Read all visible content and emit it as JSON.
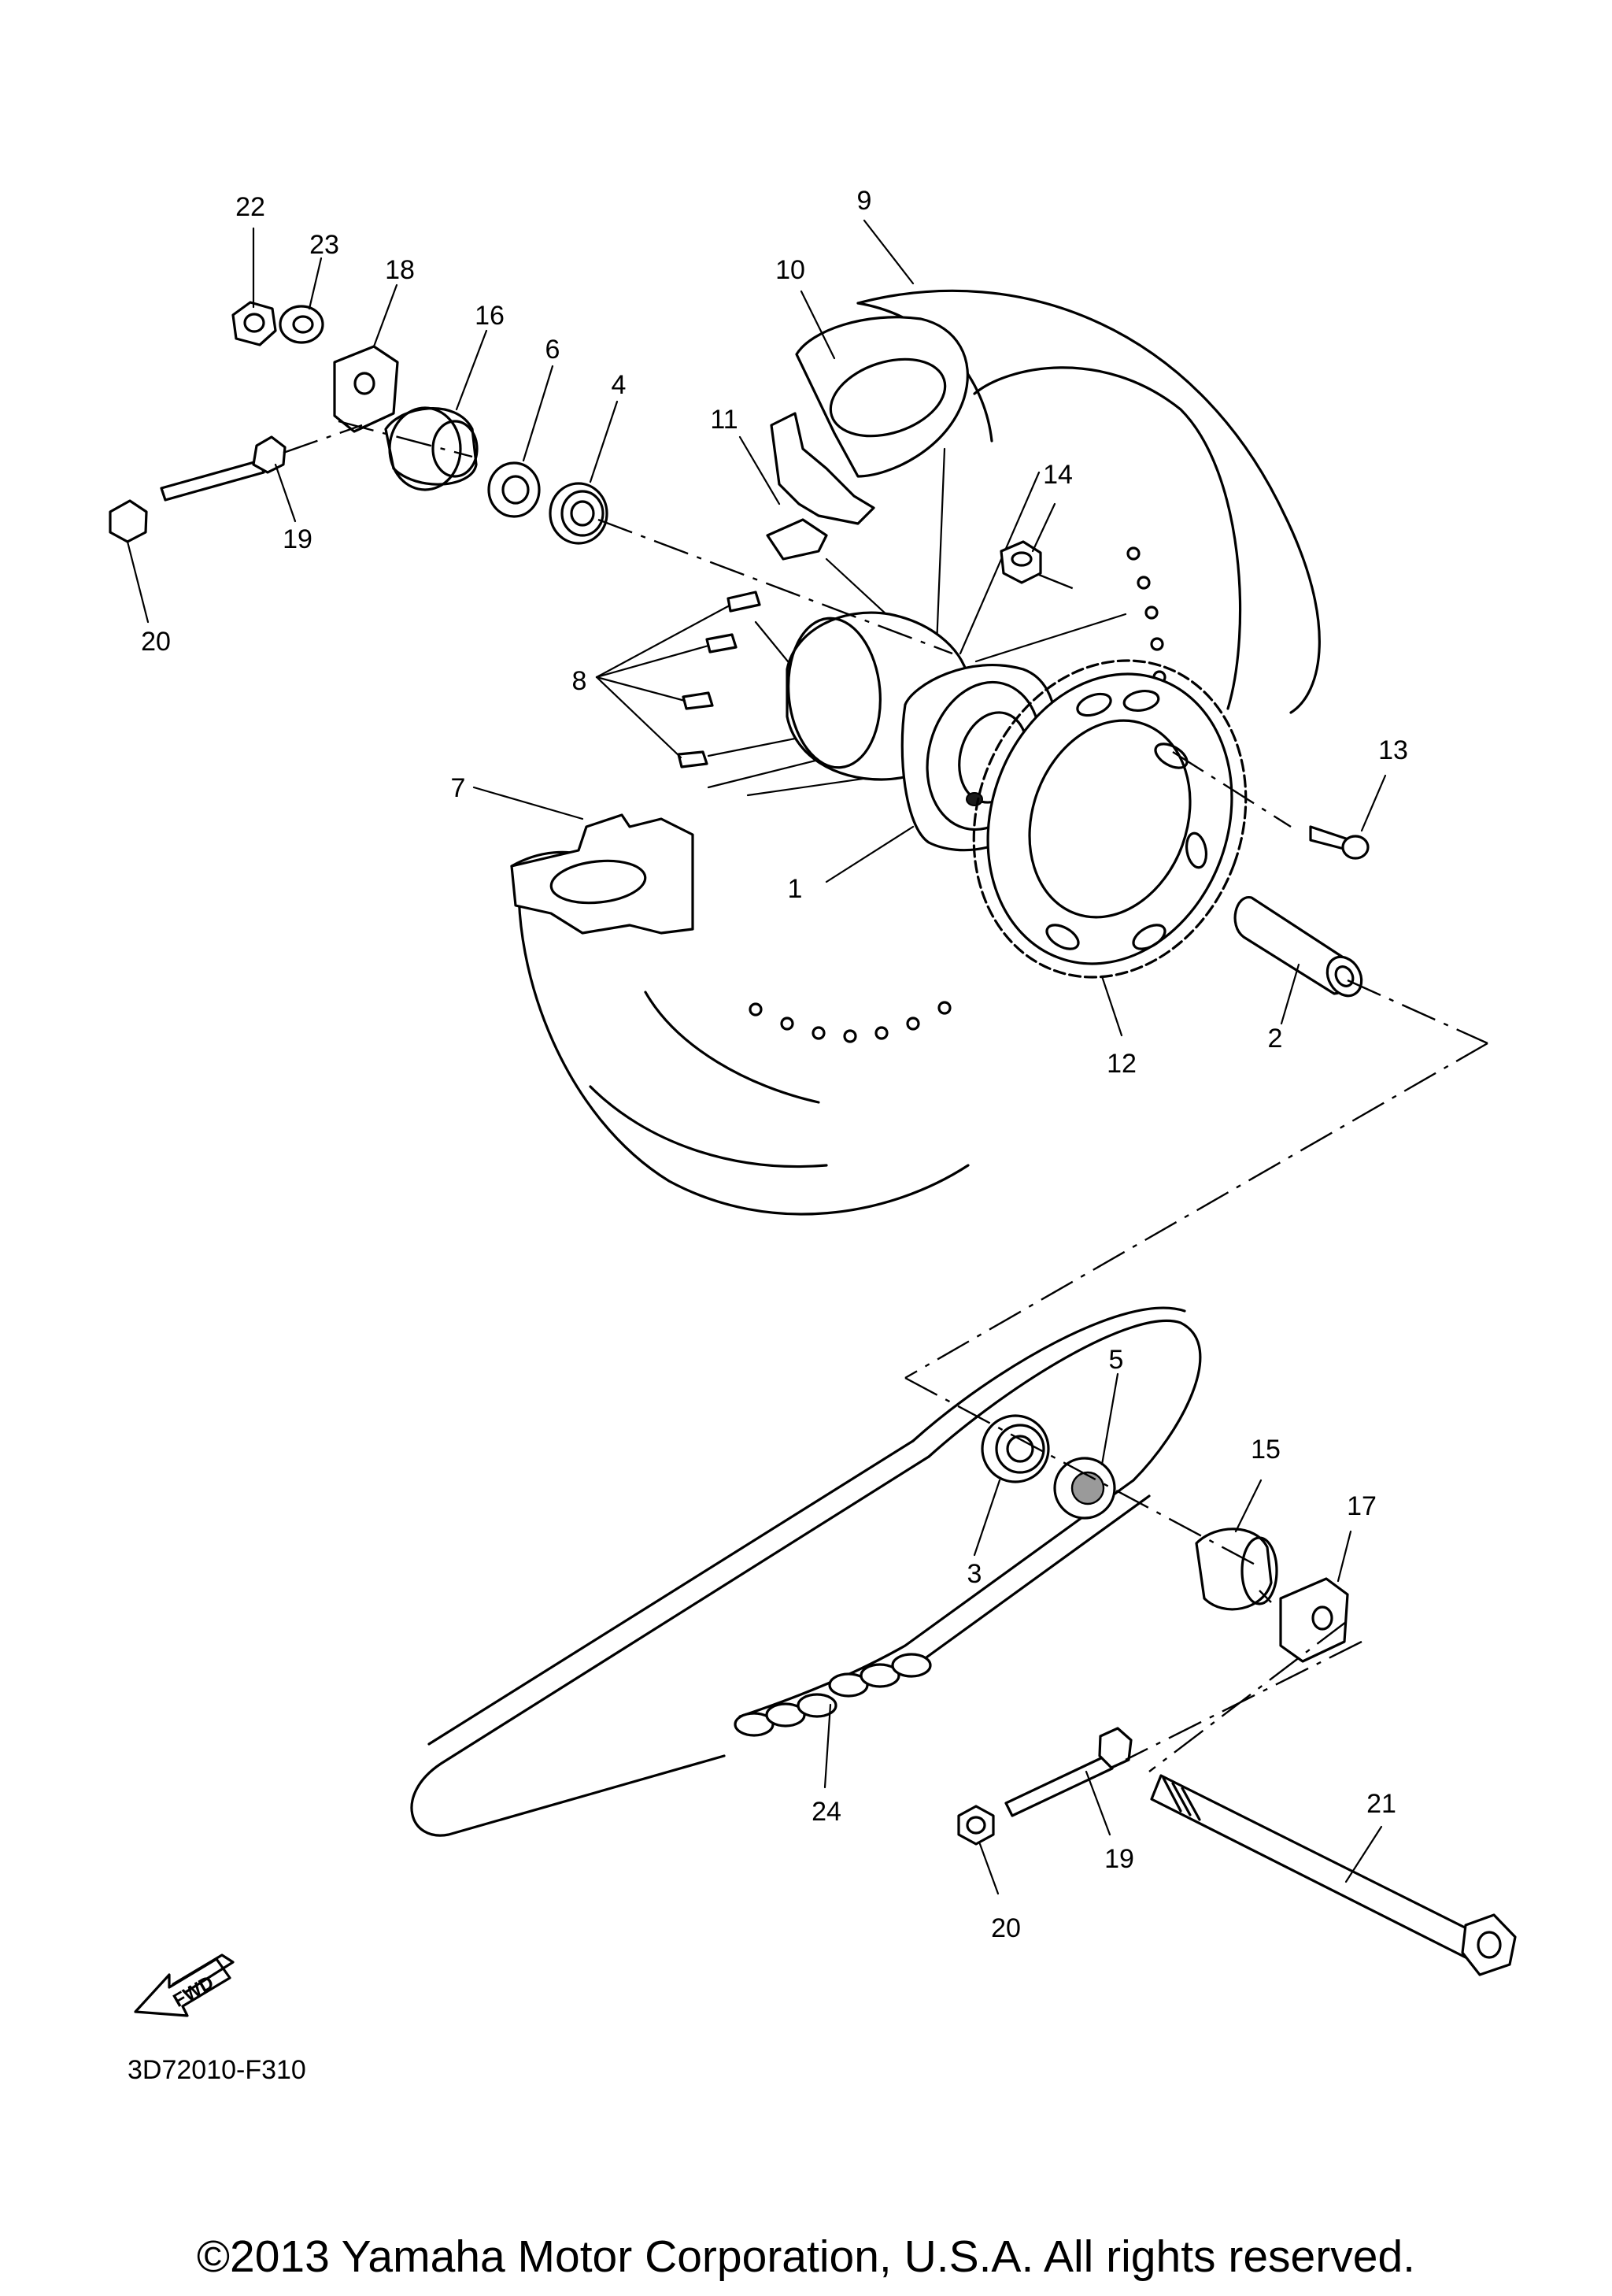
{
  "diagram": {
    "callouts": [
      "1",
      "2",
      "3",
      "4",
      "5",
      "6",
      "7",
      "8",
      "9",
      "10",
      "11",
      "12",
      "13",
      "14",
      "15",
      "16",
      "17",
      "18",
      "19",
      "20",
      "21",
      "22",
      "23",
      "24"
    ],
    "repeat_callouts": {
      "19b": "19",
      "20b": "20"
    },
    "fwd_label": "FWD",
    "diagram_code": "3D72010-F310",
    "copyright": "©2013 Yamaha Motor Corporation, U.S.A. All rights reserved."
  }
}
